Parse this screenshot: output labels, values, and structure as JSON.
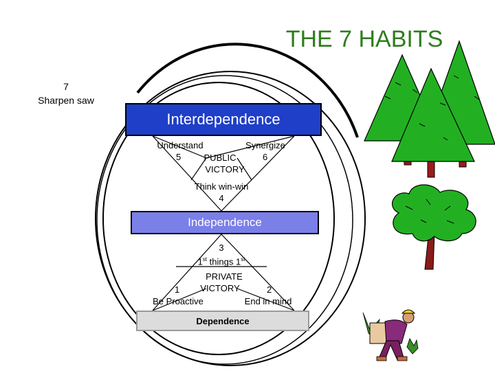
{
  "title": "THE 7 HABITS",
  "habit7": {
    "number": "7",
    "label": "Sharpen saw"
  },
  "interdependence": "Interdependence",
  "independence": "Independence",
  "dependence": "Dependence",
  "habit5": {
    "label": "Understand",
    "number": "5"
  },
  "habit6": {
    "label": "Synergize",
    "number": "6"
  },
  "public_victory": {
    "line1": "PUBLIC",
    "line2": "VICTORY"
  },
  "habit4": {
    "label": "Think win-win",
    "number": "4"
  },
  "habit3": {
    "number": "3",
    "word1": "1",
    "ord1": "st",
    "word2": " things 1",
    "ord2": "st"
  },
  "private_victory": {
    "line1": "PRIVATE",
    "line2": "VICTORY"
  },
  "habit1": {
    "number": "1",
    "label": "Be Proactive"
  },
  "habit2": {
    "number": "2",
    "label": "End in mind"
  },
  "colors": {
    "title": "#2e7d1c",
    "interdependence": "#1f3fc8",
    "independence": "#7b7fe8",
    "dependence": "#dcdcdc",
    "tree": "#22b022",
    "trunk": "#9b1b1b"
  },
  "icons": [
    "pine-trees-icon",
    "oak-tree-icon",
    "gardener-icon"
  ]
}
